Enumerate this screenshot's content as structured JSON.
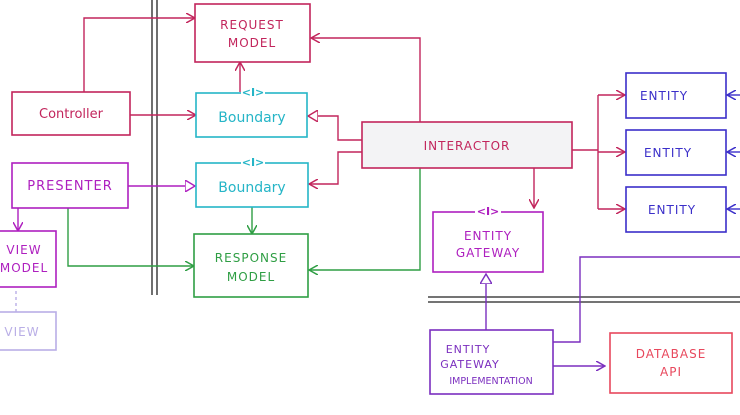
{
  "colors": {
    "red": "#c2255c",
    "cyan": "#25b5c7",
    "green": "#2f9e44",
    "magenta": "#ae1fbf",
    "blue": "#3b2fc9",
    "purple": "#7b2fbf",
    "lavender": "#b9aee6",
    "coral": "#e8485d",
    "rule": "#222222"
  },
  "diagram": {
    "request_model": [
      "REQUEST",
      "MODEL"
    ],
    "controller": "Controller",
    "boundary_top": "Boundary",
    "boundary_bottom": "Boundary",
    "interface_marker": "<I>",
    "presenter": "PRESENTER",
    "response_model": [
      "RESPONSE",
      "MODEL"
    ],
    "view_model": [
      "VIEW",
      "MODEL"
    ],
    "view": "VIEW",
    "interactor": "INTERACTOR",
    "entity_gateway": [
      "ENTITY",
      "GATEWAY"
    ],
    "entities": [
      "ENTITY",
      "ENTITY",
      "ENTITY"
    ],
    "entity_gateway_impl": [
      "ENTITY",
      "GATEWAY",
      "IMPLEMENTATION"
    ],
    "database_api": [
      "DATABASE",
      "API"
    ]
  }
}
